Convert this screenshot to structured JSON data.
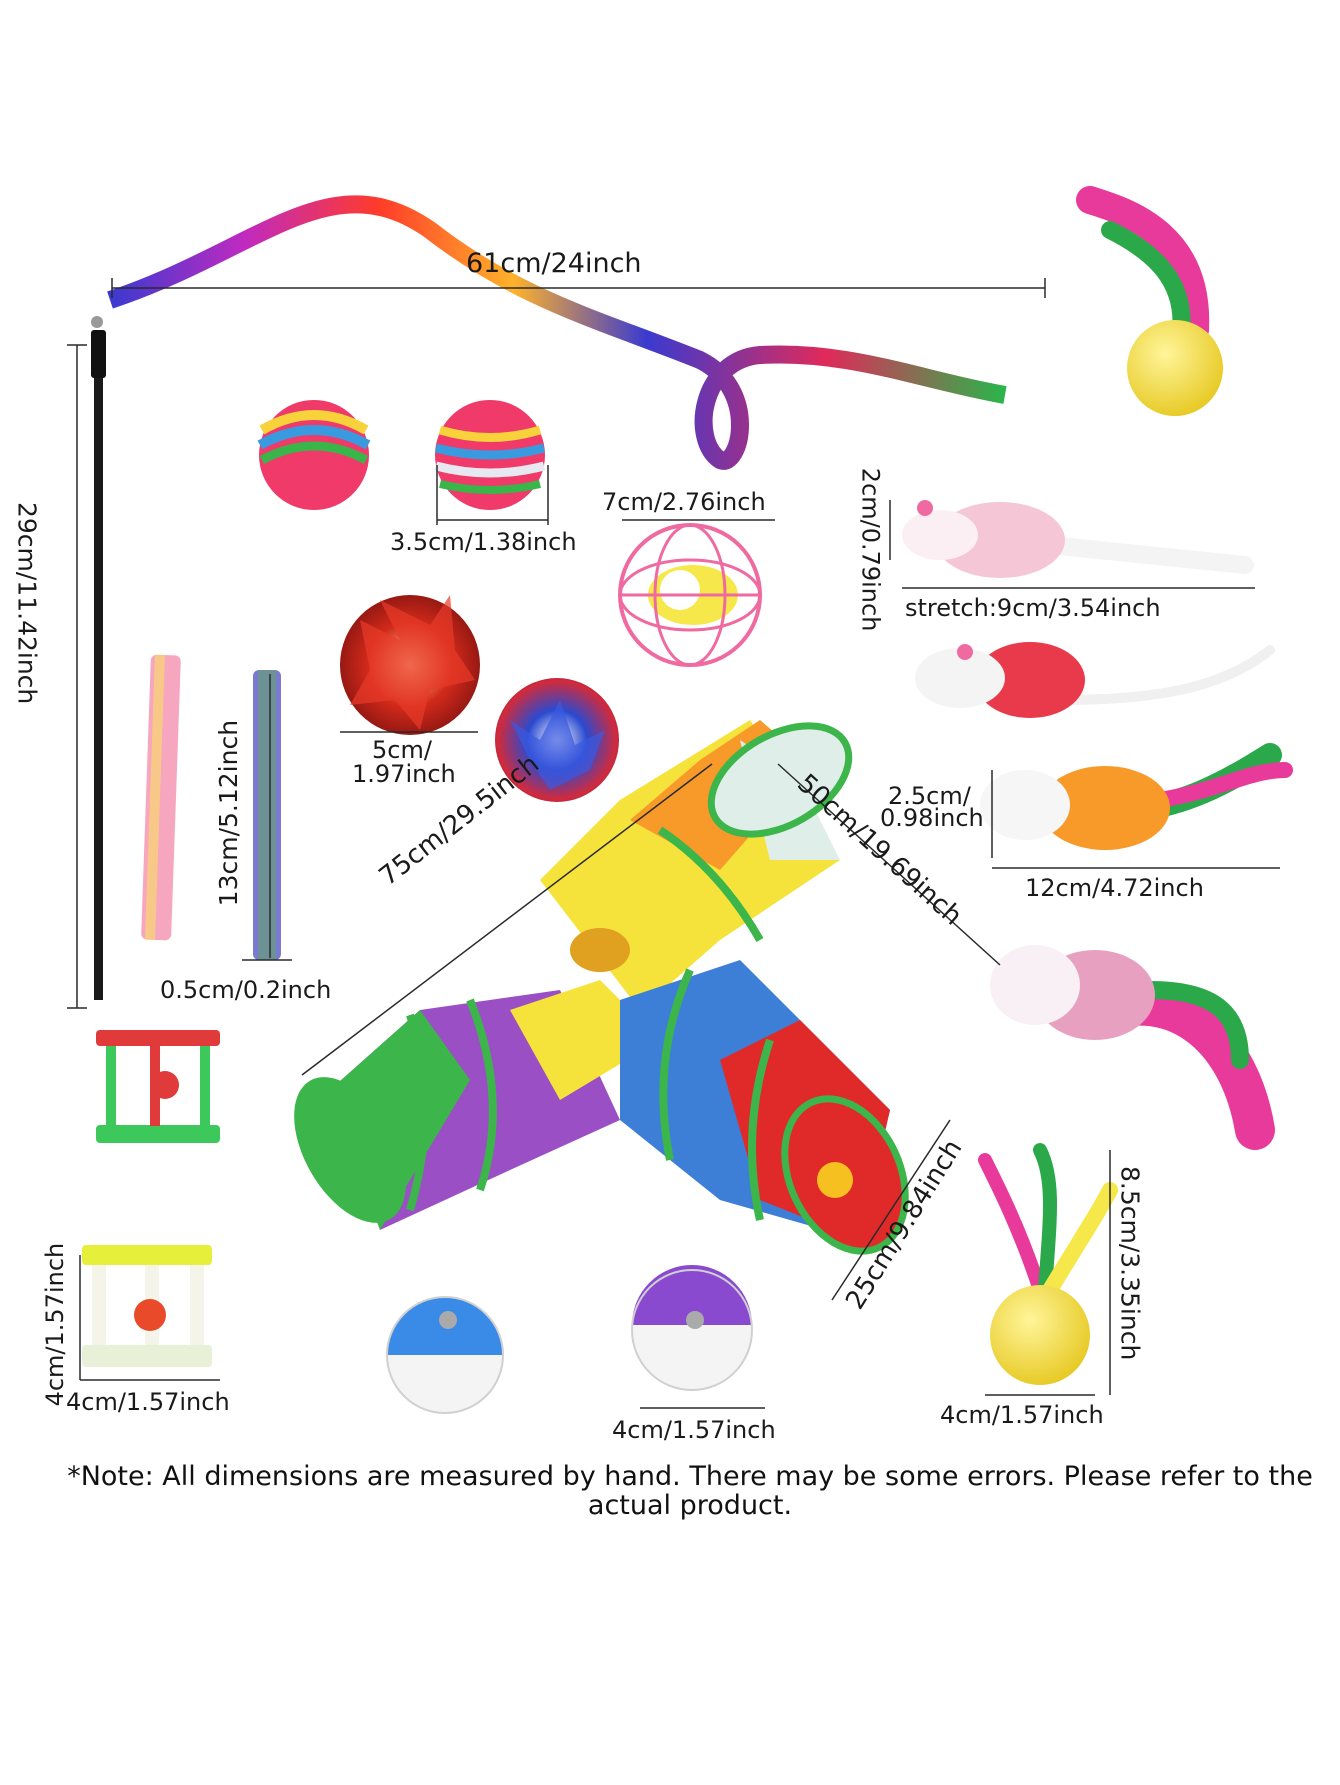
{
  "labels": {
    "wand_length": "61cm/24inch",
    "wand_height": "29cm/11.42inch",
    "rainbow_ball": "3.5cm/1.38inch",
    "cage_ball": "7cm/2.76inch",
    "mouse_height": "2cm/0.79inch",
    "mouse_stretch": "stretch:9cm/3.54inch",
    "crinkle_ball_a": "5cm/",
    "crinkle_ball_b": "1.97inch",
    "spring_length": "13cm/5.12inch",
    "spring_width": "0.5cm/0.2inch",
    "feather_mouse_h_a": "2.5cm/",
    "feather_mouse_h_b": "0.98inch",
    "feather_mouse_len": "12cm/4.72inch",
    "tunnel_long": "75cm/29.5inch",
    "tunnel_short": "50cm/19.69inch",
    "tunnel_dia": "25cm/9.84inch",
    "roller_h": "4cm/1.57inch",
    "roller_w": "4cm/1.57inch",
    "bell_ball": "4cm/1.57inch",
    "feather_ball_h": "8.5cm/3.35inch",
    "feather_ball_w": "4cm/1.57inch"
  },
  "note": "*Note: All dimensions are measured by hand. There may be some errors. Please refer to the actual product.",
  "colors": {
    "tunnel_green": "#3cb54a",
    "tunnel_purple": "#9b4fc4",
    "tunnel_yellow": "#f5e23a",
    "tunnel_orange": "#f79a2a",
    "tunnel_blue": "#3d7fd6",
    "tunnel_red": "#e02a2a",
    "feather_pink": "#e83a9a",
    "ball_yellow": "#f6e84a"
  }
}
